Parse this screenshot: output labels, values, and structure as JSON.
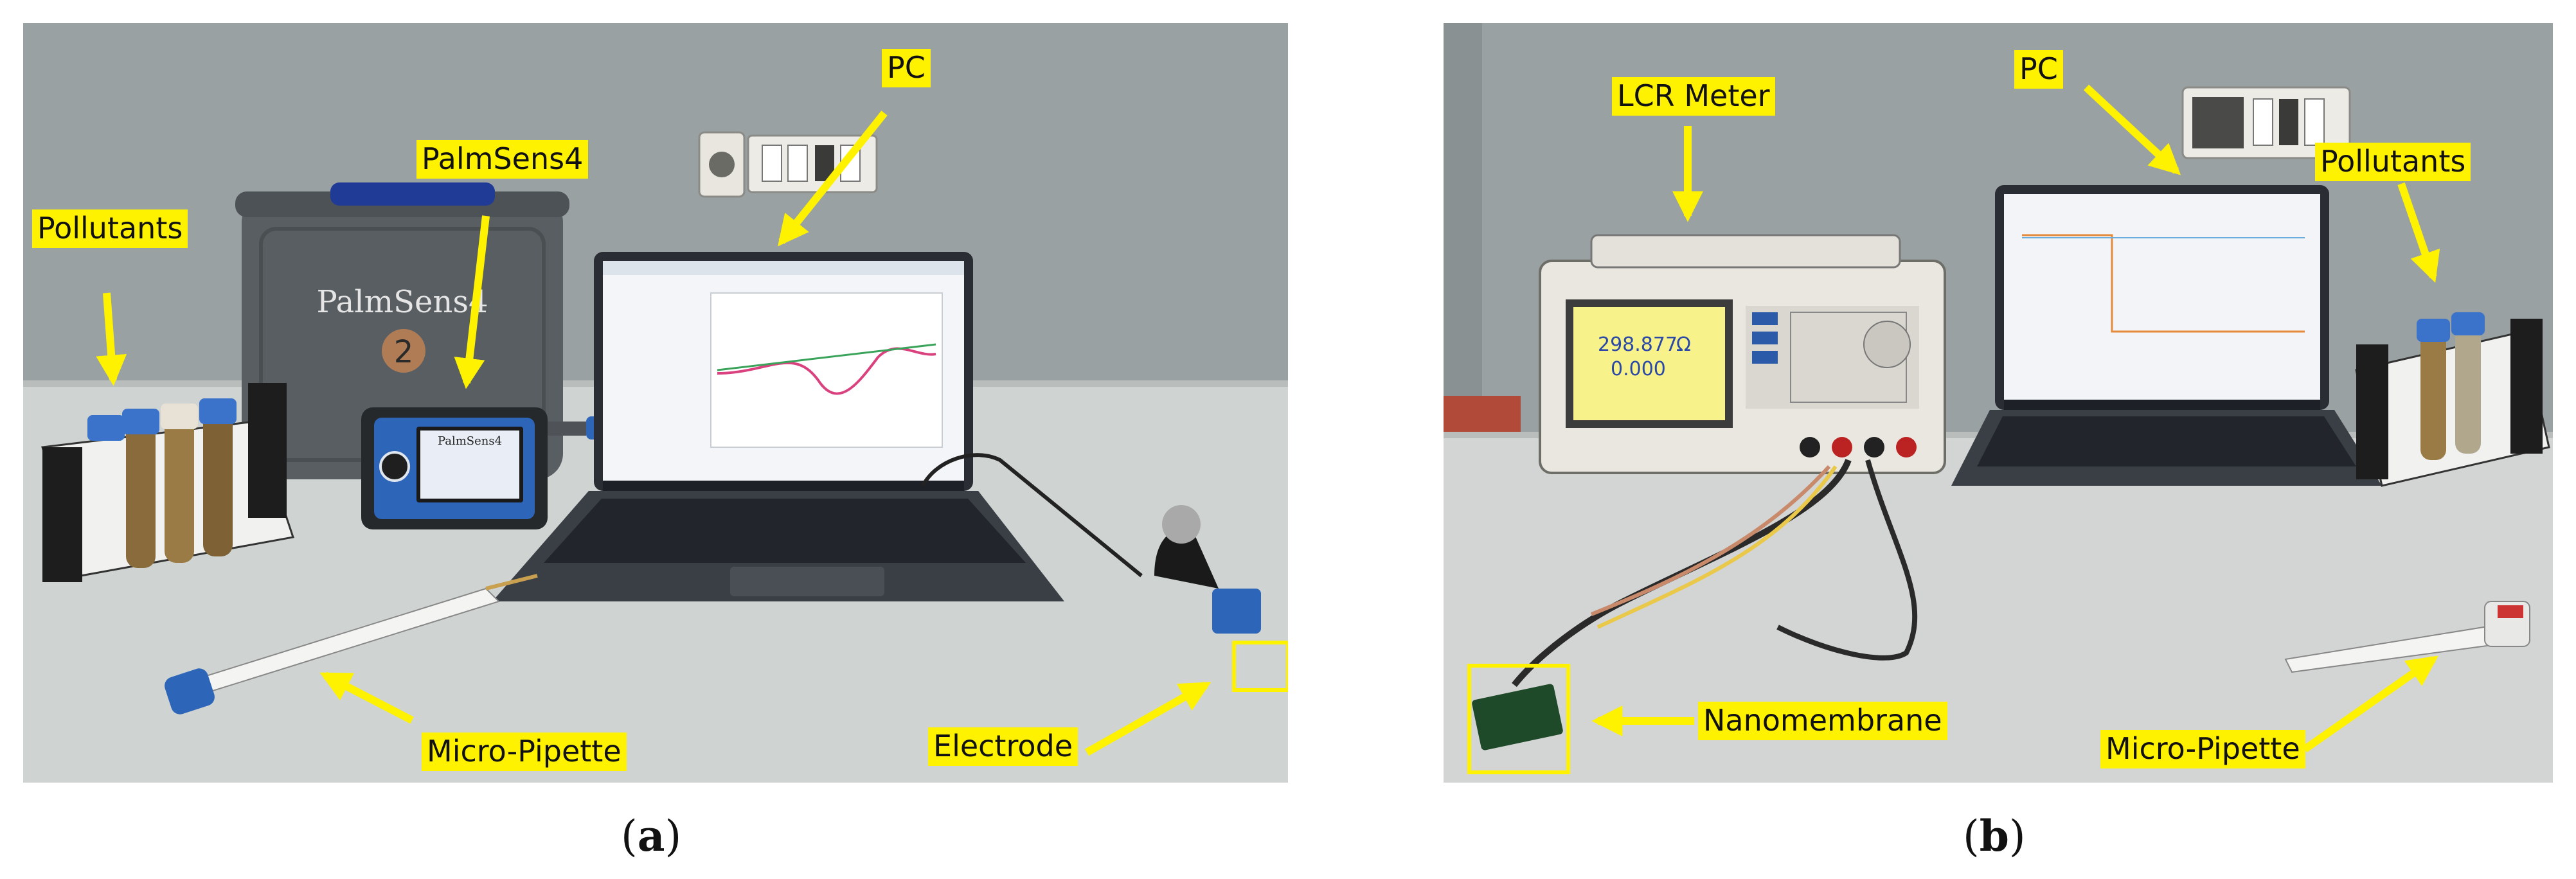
{
  "panel_a": {
    "labels": {
      "pc": "PC",
      "palmsens4": "PalmSens4",
      "pollutants": "Pollutants",
      "micro_pipette": "Micro-Pipette",
      "electrode": "Electrode"
    },
    "caption_open": "(",
    "caption_letter": "a",
    "caption_close": ")"
  },
  "panel_b": {
    "labels": {
      "lcr_meter": "LCR Meter",
      "pc": "PC",
      "pollutants": "Pollutants",
      "nanomembrane": "Nanomembrane",
      "micro_pipette": "Micro-Pipette"
    },
    "caption_open": "(",
    "caption_letter": "b",
    "caption_close": ")"
  },
  "device_text": {
    "case_brand": "PalmSens4",
    "case_number": "2",
    "device_screen_brand": "PalmSens4",
    "lcr_reading_1": "298.877",
    "lcr_unit_1": "Ω",
    "lcr_reading_2": "0.000"
  },
  "colors": {
    "label_fill": "#fff200",
    "arrow": "#fff200",
    "wall": "#9aa1a3",
    "table": "#cfd3d2"
  }
}
